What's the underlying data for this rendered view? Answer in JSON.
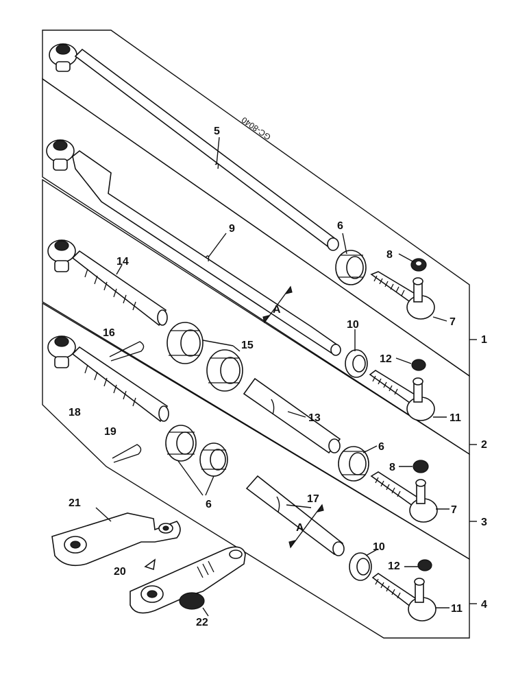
{
  "drawing_ref": "GC-8040",
  "groups": [
    {
      "id": "1",
      "label": "1"
    },
    {
      "id": "2",
      "label": "2"
    },
    {
      "id": "3",
      "label": "3"
    },
    {
      "id": "4",
      "label": "4"
    }
  ],
  "callouts": {
    "c5": "5",
    "c6a": "6",
    "c8a": "8",
    "c7a": "7",
    "c9": "9",
    "cA1": "A",
    "c10a": "10",
    "c12a": "12",
    "c11a": "11",
    "c14": "14",
    "c15": "15",
    "c16": "16",
    "c13": "13",
    "c6b": "6",
    "c8b": "8",
    "c7b": "7",
    "c18": "18",
    "c19": "19",
    "c6c": "6",
    "c17": "17",
    "cA2": "A",
    "c10b": "10",
    "c12b": "12",
    "c11b": "11",
    "c21": "21",
    "c20": "20",
    "c22": "22"
  }
}
